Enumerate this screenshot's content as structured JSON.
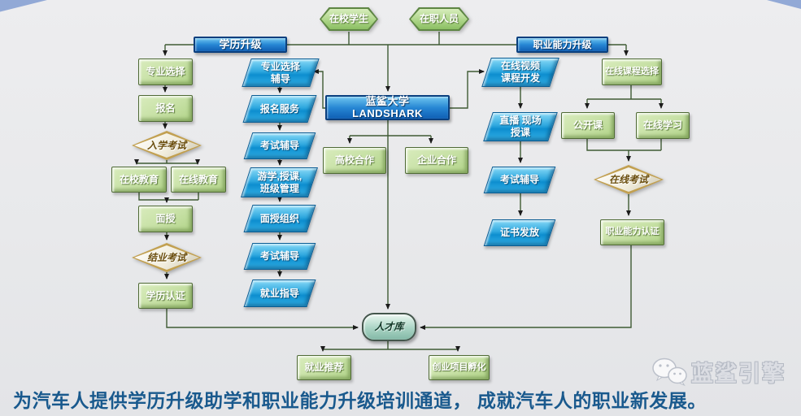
{
  "page": {
    "caption": "为汽车人提供学历升级助学和职业能力升级培训通道， 成就汽车人的职业新发展。",
    "watermark": "蓝鲨引擎"
  },
  "colors": {
    "header_blue": "#1273c4",
    "box_green": "#c6e0a4",
    "parallelogram_blue": "#1d9ad6",
    "diamond_gold": "#c2a050",
    "talent_teal": "#a9d4c4",
    "caption_blue": "#19598d",
    "line_green": "#3f5b34"
  },
  "nodes": {
    "student": {
      "label": "在校学生"
    },
    "worker": {
      "label": "在职人员"
    },
    "hdr_xueli": {
      "label": "学历升级"
    },
    "hdr_zhiye": {
      "label": "职业能力升级"
    },
    "zhuanye_xuanze": {
      "label": "专业选择"
    },
    "baoming": {
      "label": "报名"
    },
    "ruxue_kaoshi": {
      "label": "入学考试"
    },
    "zaixiao_jiaoyu": {
      "label": "在校教育"
    },
    "zaixian_jiaoyu": {
      "label": "在线教育"
    },
    "mianshou": {
      "label": "面授"
    },
    "jieye_kaoshi": {
      "label": "结业考试"
    },
    "xueli_renzheng": {
      "label": "学历认证"
    },
    "zhuanye_fudao": {
      "label": "专业选择辅导"
    },
    "baoming_fuwu": {
      "label": "报名服务"
    },
    "kaoshi_fudao_1": {
      "label": "考试辅导"
    },
    "youxue_guanli": {
      "label": "游学,授课,班级管理"
    },
    "mianshou_zuzhi": {
      "label": "面授组织"
    },
    "kaoshi_fudao_2": {
      "label": "考试辅导"
    },
    "jiuye_zhidao": {
      "label": "就业指导"
    },
    "landshark": {
      "label": "蓝鲨大学",
      "sublabel": "LANDSHARK"
    },
    "gaoxiao_hezuo": {
      "label": "高校合作"
    },
    "qiye_hezuo": {
      "label": "企业合作"
    },
    "video_kaifa": {
      "label": "在线视频课程开发"
    },
    "zhibo_shouke": {
      "label": "直播 现场授课"
    },
    "kaoshi_fudao_3": {
      "label": "考试辅导"
    },
    "zhengshu_fafang": {
      "label": "证书发放"
    },
    "kecheng_xuanze": {
      "label": "在线课程选择"
    },
    "gongkai_ke": {
      "label": "公开课"
    },
    "zaixian_xuexi": {
      "label": "在线学习"
    },
    "zaixian_kaoshi": {
      "label": "在线考试"
    },
    "zhiye_renzheng": {
      "label": "职业能力认证"
    },
    "rencai_ku": {
      "label": "人才库"
    },
    "jiuye_tuijian": {
      "label": "就业推荐"
    },
    "chuangye_fuhua": {
      "label": "创业项目孵化"
    }
  }
}
